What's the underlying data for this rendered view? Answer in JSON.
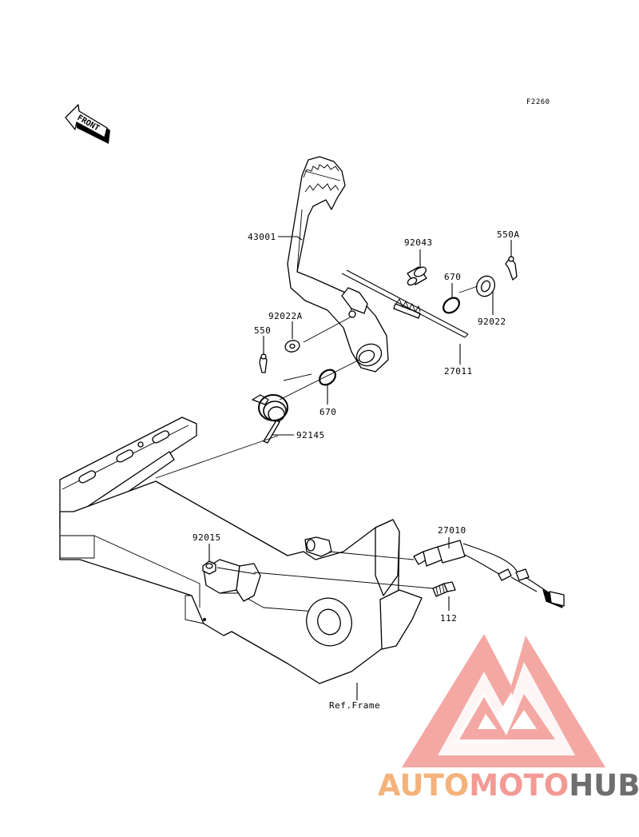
{
  "figure_code": "F2260",
  "front_label": "FRONT",
  "reference_label": "Ref.Frame",
  "part_labels": {
    "p43001": "43001",
    "p92043": "92043",
    "p550A": "550A",
    "p670_top": "670",
    "p92022": "92022",
    "p92022A": "92022A",
    "p550": "550",
    "p27011": "27011",
    "p670_bottom": "670",
    "p92145": "92145",
    "p92015": "92015",
    "p27010": "27010",
    "p112": "112"
  },
  "watermark": {
    "part1": "AUTO",
    "part2": "MOTO",
    "part3": "HUB",
    "color1": "#f5b27a",
    "color2": "#f39a94",
    "color3": "#6e6e6e",
    "logo_color": "#f39a94"
  }
}
